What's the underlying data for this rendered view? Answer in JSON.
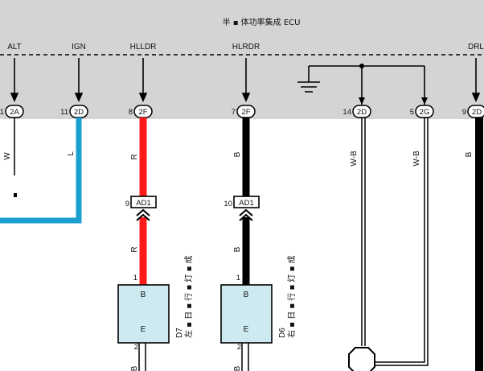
{
  "ecu": {
    "title": "半 ▪ 体功率集成 ECU",
    "terminals": [
      {
        "name": "ALT",
        "pin_no": "1",
        "pin_code": "2A"
      },
      {
        "name": "IGN",
        "pin_no": "11",
        "pin_code": "2D"
      },
      {
        "name": "HLLDR",
        "pin_no": "8",
        "pin_code": "2F"
      },
      {
        "name": "HLRDR",
        "pin_no": "7",
        "pin_code": "2F"
      },
      {
        "name": "",
        "pin_no": "14",
        "pin_code": "2D"
      },
      {
        "name": "",
        "pin_no": "5",
        "pin_code": "2G"
      },
      {
        "name": "DRL",
        "pin_no": "9",
        "pin_code": "2D"
      }
    ]
  },
  "wires": {
    "alt": "W",
    "ign": "L",
    "hlldr_upper": "R",
    "hlldr_lower": "R",
    "hlrdr_upper": "B",
    "hlrdr_lower": "B",
    "ground_1": "W-B",
    "ground_2": "W-B",
    "drl": "B"
  },
  "connectors": [
    {
      "pin_no": "9",
      "code": "AD1"
    },
    {
      "pin_no": "10",
      "code": "AD1"
    }
  ],
  "components": [
    {
      "id": "D7",
      "name": "左 ▪ 日 ▪ 行 ▪ 灯 ▪ 成",
      "pin_top_no": "1",
      "pin_top": "B",
      "pin_bottom": "E",
      "pin_bottom_no": "2",
      "pin_bottom_wire": "B"
    },
    {
      "id": "D6",
      "name": "右 ▪ 日 ▪ 行 ▪ 灯 ▪ 成",
      "pin_top_no": "1",
      "pin_top": "B",
      "pin_bottom": "E",
      "pin_bottom_no": "2",
      "pin_bottom_wire": "B"
    }
  ],
  "colors": {
    "ecu_fill": "#d4d4d4",
    "red_wire": "#ff1a1a",
    "blue_wire": "#1a9fd0",
    "black_wire": "#000000",
    "component_fill": "#cdeaf1"
  }
}
